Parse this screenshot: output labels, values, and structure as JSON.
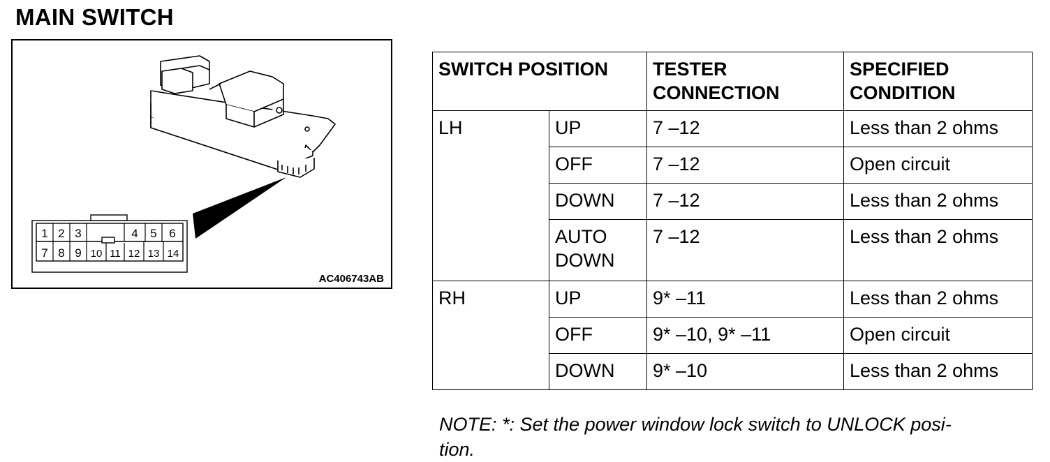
{
  "title": "MAIN SWITCH",
  "figure": {
    "code": "AC406743AB",
    "icon": "power-window-switch-illustration",
    "connector_top_row": [
      "1",
      "2",
      "3",
      "",
      "4",
      "5",
      "6"
    ],
    "connector_bottom_row": [
      "7",
      "8",
      "9",
      "10",
      "11",
      "12",
      "13",
      "14"
    ]
  },
  "table": {
    "headers": {
      "switch_position": "SWITCH POSITION",
      "tester_connection_1": "TESTER",
      "tester_connection_2": "CONNECTION",
      "specified_condition_1": "SPECIFIED",
      "specified_condition_2": "CONDITION"
    },
    "groups": [
      {
        "side": "LH",
        "rows": [
          {
            "position": "UP",
            "position2": "",
            "connection": "7 –12",
            "condition": "Less than 2 ohms"
          },
          {
            "position": "OFF",
            "position2": "",
            "connection": "7 –12",
            "condition": "Open circuit"
          },
          {
            "position": "DOWN",
            "position2": "",
            "connection": "7 –12",
            "condition": "Less than 2 ohms"
          },
          {
            "position": "AUTO",
            "position2": "DOWN",
            "connection": "7 –12",
            "condition": "Less than 2 ohms"
          }
        ]
      },
      {
        "side": "RH",
        "rows": [
          {
            "position": "UP",
            "position2": "",
            "connection": "9* –11",
            "condition": "Less than 2 ohms"
          },
          {
            "position": "OFF",
            "position2": "",
            "connection": "9* –10, 9* –11",
            "condition": "Open circuit"
          },
          {
            "position": "DOWN",
            "position2": "",
            "connection": "9* –10",
            "condition": "Less than 2 ohms"
          }
        ]
      }
    ]
  },
  "note_line1": "NOTE: *: Set the power window lock switch to UNLOCK posi-",
  "note_line2": "tion."
}
